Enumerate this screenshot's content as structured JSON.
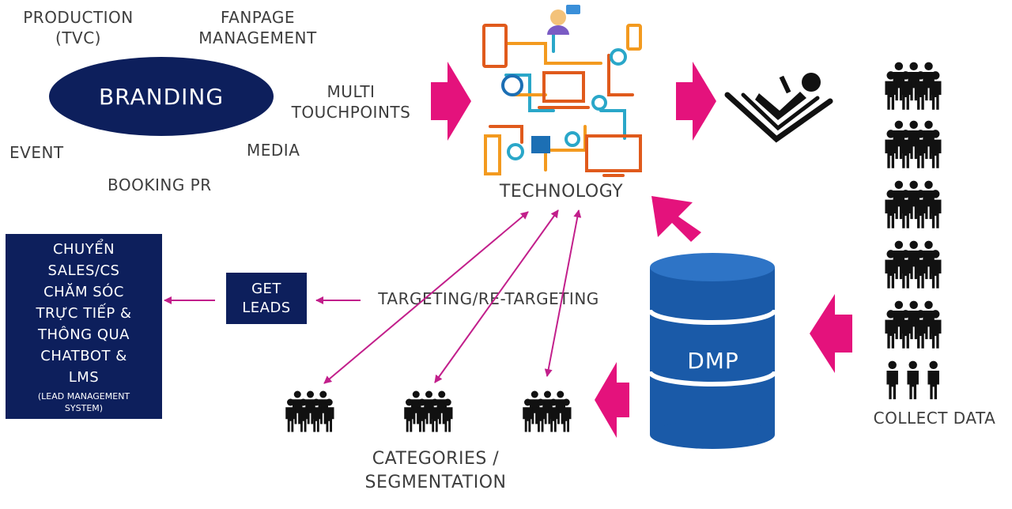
{
  "branding": {
    "label": "BRANDING",
    "production": [
      "PRODUCTION",
      "(TVC)"
    ],
    "fanpage": [
      "FANPAGE",
      "MANAGEMENT"
    ],
    "event": "EVENT",
    "booking": "BOOKING PR",
    "media": "MEDIA"
  },
  "touchpoints": [
    "MULTI",
    "TOUCHPOINTS"
  ],
  "technology": "TECHNOLOGY",
  "dmp": "DMP",
  "collect_data": "COLLECT DATA",
  "targeting": "TARGETING/RE-TARGETING",
  "get_leads": [
    "GET",
    "LEADS"
  ],
  "left_box": {
    "lines": [
      "CHUYỂN",
      "SALES/CS",
      "CHĂM SÓC",
      "TRỰC TIẾP &",
      "THÔNG QUA",
      "CHATBOT &",
      "LMS"
    ],
    "small": [
      "(LEAD MANAGEMENT",
      "SYSTEM)"
    ]
  },
  "segmentation": [
    "CATEGORIES /",
    "SEGMENTATION"
  ],
  "colors": {
    "navy": "#0d1f5c",
    "magenta": "#e4127c",
    "dmp_blue": "#1a5aa8",
    "arrow_line": "#c21f8b"
  },
  "icons": [
    "technology-network-icon",
    "reader-in-chair-icon",
    "crowd-icon",
    "database-icon"
  ]
}
